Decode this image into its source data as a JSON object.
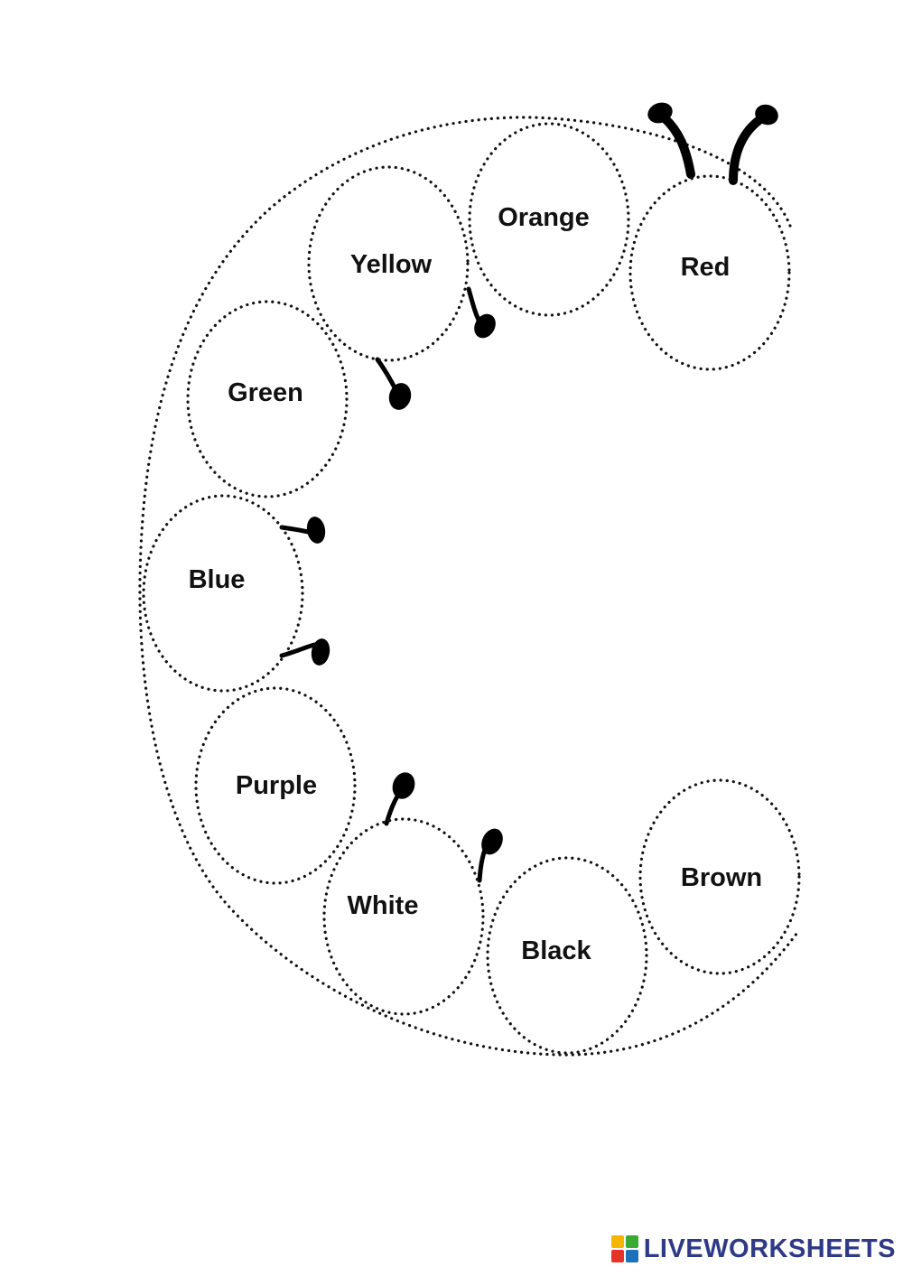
{
  "worksheet": {
    "segments": [
      {
        "label": "Red"
      },
      {
        "label": "Orange"
      },
      {
        "label": "Yellow"
      },
      {
        "label": "Green"
      },
      {
        "label": "Blue"
      },
      {
        "label": "Purple"
      },
      {
        "label": "White"
      },
      {
        "label": "Black"
      },
      {
        "label": "Brown"
      }
    ],
    "line_color": "#111111"
  },
  "footer": {
    "logo_text": "LIVEWORKSHEETS",
    "logo_icon": "liveworksheets-logo-icon",
    "logo_colors": [
      "#f7b500",
      "#3aaa35",
      "#e6332a",
      "#1d71b8"
    ],
    "text_color": "#2e3a87"
  }
}
